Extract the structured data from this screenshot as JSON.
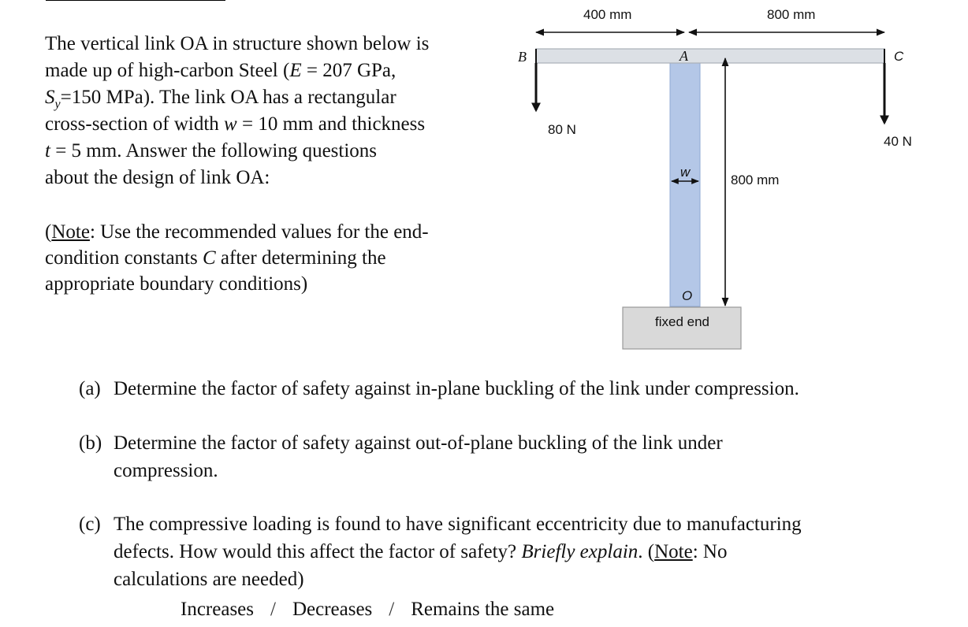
{
  "intro": {
    "p1": "The vertical link OA in structure shown below is",
    "p2a": "made up of high-carbon Steel (",
    "E_sym": "E",
    "p2b": " = 207 GPa,",
    "S_sym": "S",
    "S_sub": "y",
    "p3": "=150 MPa). The link OA has a rectangular",
    "p4a": "cross-section of width ",
    "w_sym": "w",
    "p4b": " = 10 mm and thickness",
    "t_sym": "t",
    "p5": " = 5 mm. Answer the following questions",
    "p6": "about the design of link OA:"
  },
  "note": {
    "open": "(",
    "word": "Note",
    "a": ": Use the recommended values for the end-",
    "b1": "condition constants ",
    "C_sym": "C",
    "b2": " after determining the",
    "c": "appropriate boundary conditions)"
  },
  "diagram": {
    "dim_left": "400 mm",
    "dim_right": "800 mm",
    "dim_vertical": "800 mm",
    "point_b": "B",
    "point_a": "A",
    "point_c": "C",
    "point_o": "O",
    "width_sym": "w",
    "force_left": "80 N",
    "force_right": "40 N",
    "base_label": "fixed end",
    "colors": {
      "link": "#b4c7e7",
      "beam": "#dce0e5",
      "base": "#d9d9d9"
    }
  },
  "questions": [
    {
      "num": "(a)",
      "text": "Determine the factor of safety against in-plane buckling of the link under compression."
    },
    {
      "num": "(b)",
      "text1": "Determine the factor of safety against out-of-plane buckling of the link under",
      "text2": "compression."
    },
    {
      "num": "(c)",
      "text1": "The compressive loading is found to have significant eccentricity due to manufacturing",
      "text2a": "defects. How would this affect the factor of safety? ",
      "text2b": "Briefly explain",
      "text2c": ". (",
      "note_word": "Note",
      "text2d": ": No",
      "text3": "calculations are needed)"
    }
  ],
  "choices": [
    "Increases",
    "Decreases",
    "Remains the same"
  ],
  "choice_sep": "/"
}
